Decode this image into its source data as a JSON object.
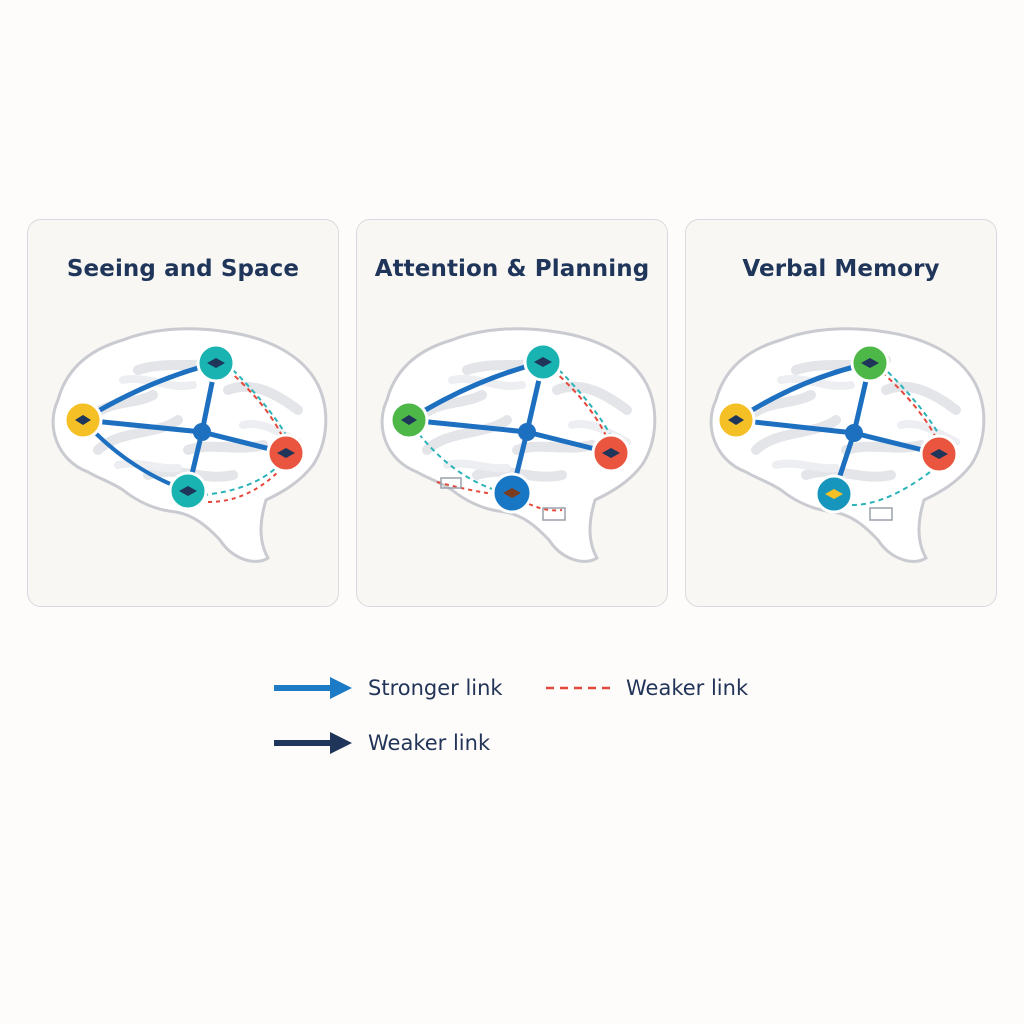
{
  "panels": [
    {
      "title": "Seeing and Space",
      "node_colors": {
        "top": "#19b3b1",
        "left": "#f4c025",
        "right": "#e9553f",
        "bottom": "#19b3b1"
      }
    },
    {
      "title": "Attention & Planning",
      "node_colors": {
        "top": "#19b3b1",
        "left": "#4db848",
        "right": "#e9553f",
        "bottom": "#1777c4"
      }
    },
    {
      "title": "Verbal Memory",
      "node_colors": {
        "top": "#4db848",
        "left": "#f4c025",
        "right": "#e9553f",
        "bottom": "#1796bd"
      }
    }
  ],
  "legend": {
    "stronger_label": "Stronger link",
    "weaker_dashed_label": "Weaker link",
    "weaker_dark_label": "Weaker link",
    "colors": {
      "stronger": "#1d7bc6",
      "weaker_dashed": "#e5483b",
      "weaker_dark": "#1f3559"
    }
  },
  "colors": {
    "panel_bg": "#f8f7f4",
    "panel_border": "#d7dae0",
    "title": "#1f3559",
    "strong_link": "#1d6fc0",
    "dashed_link": "#e5483b",
    "teal_link": "#2bb3b8",
    "brain_outline": "#c9cbd0"
  }
}
